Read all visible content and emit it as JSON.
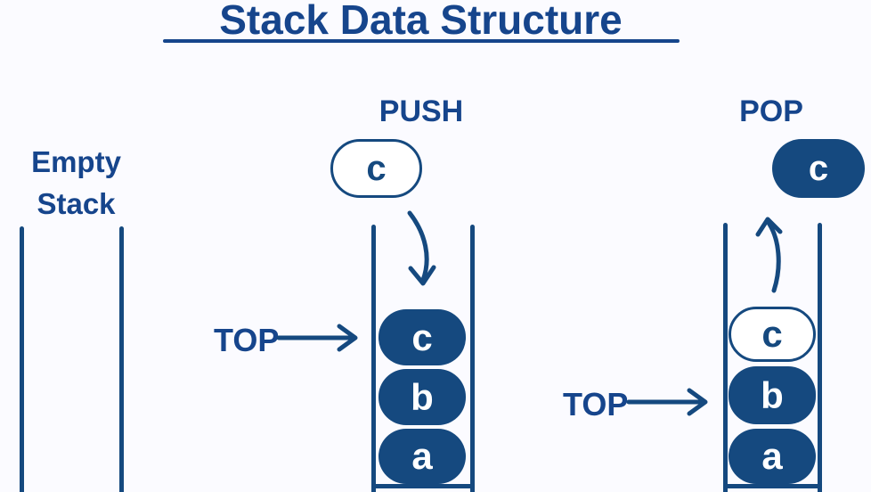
{
  "title": "Stack Data Structure",
  "colors": {
    "background": "#fbfbff",
    "heading": "#16458c",
    "diagram": "#15497f",
    "item_text_light": "#ffffff"
  },
  "empty_stack": {
    "label_lines": [
      "Empty",
      "Stack"
    ],
    "items": []
  },
  "push": {
    "label": "PUSH",
    "pointer_label": "TOP",
    "incoming_item": "c",
    "items": [
      {
        "value": "c",
        "style": "filled"
      },
      {
        "value": "b",
        "style": "filled"
      },
      {
        "value": "a",
        "style": "filled"
      }
    ]
  },
  "pop": {
    "label": "POP",
    "pointer_label": "TOP",
    "popped_item": "c",
    "items": [
      {
        "value": "c",
        "style": "outlined"
      },
      {
        "value": "b",
        "style": "filled"
      },
      {
        "value": "a",
        "style": "filled"
      }
    ]
  }
}
